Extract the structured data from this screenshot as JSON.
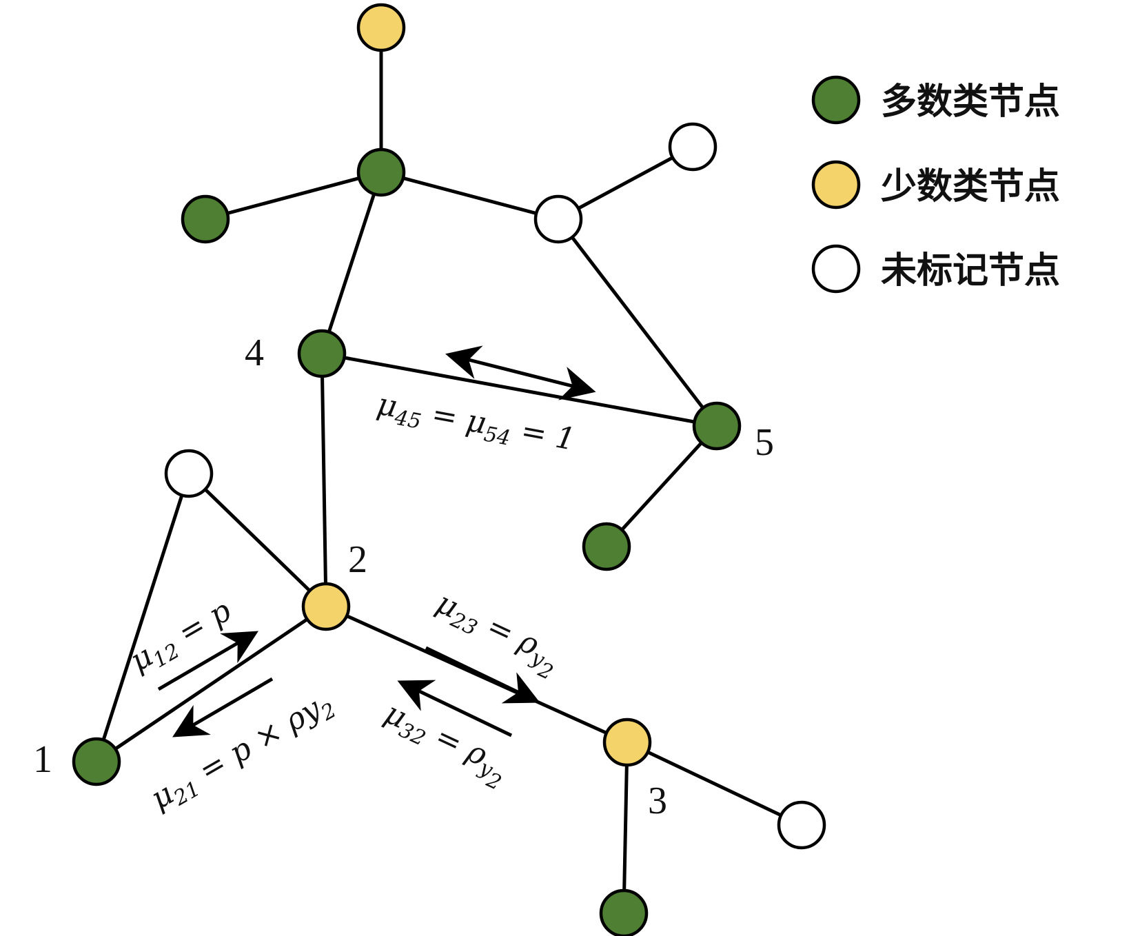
{
  "colors": {
    "majority": "#4f7f32",
    "minority": "#f5d36b",
    "unlabeled": "#ffffff"
  },
  "legend": [
    {
      "type": "majority",
      "label": "多数类节点"
    },
    {
      "type": "minority",
      "label": "少数类节点"
    },
    {
      "type": "unlabeled",
      "label": "未标记节点"
    }
  ],
  "node_labels": {
    "n1": "1",
    "n2": "2",
    "n3": "3",
    "n4": "4",
    "n5": "5"
  },
  "edge_labels": {
    "mu45": {
      "main": "μ",
      "sub1": "45",
      "mid": " = μ",
      "sub2": "54",
      "tail": " = 1"
    },
    "mu12": {
      "main": "μ",
      "sub1": "12",
      "tail": " = p"
    },
    "mu21": {
      "main": "μ",
      "sub1": "21",
      "tail": " = p × ρy",
      "sub2": "2"
    },
    "mu23": {
      "main": "μ",
      "sub1": "23",
      "tail": " = ρ",
      "sub2": "y",
      "sub3": "2"
    },
    "mu32": {
      "main": "μ",
      "sub1": "32",
      "tail": " = ρ",
      "sub2": "y",
      "sub3": "2"
    }
  }
}
